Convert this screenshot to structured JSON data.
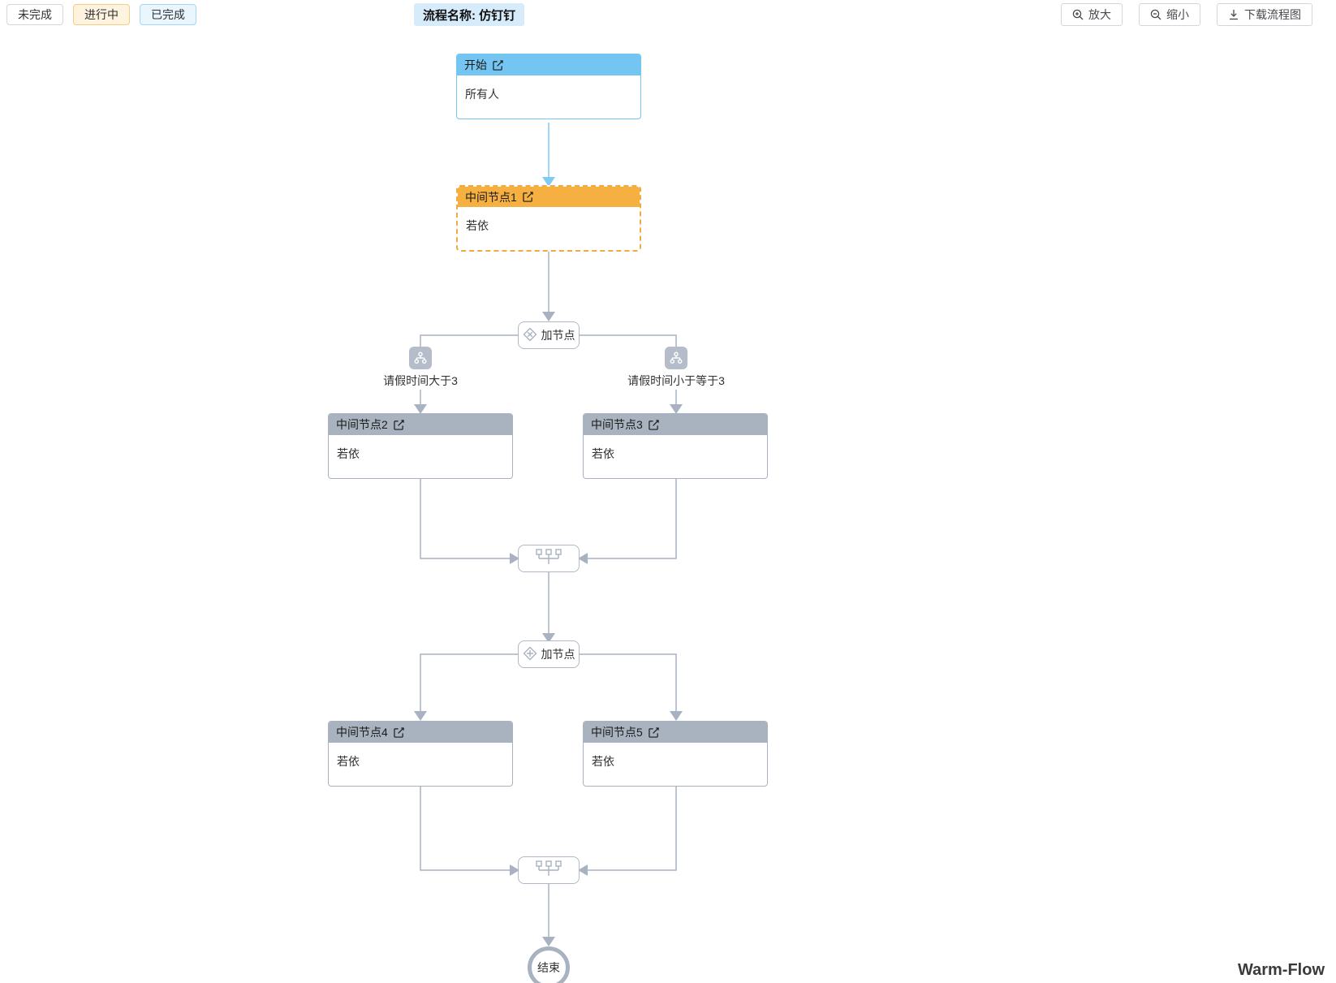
{
  "legend": {
    "items": [
      {
        "label": "未完成",
        "state": "todo"
      },
      {
        "label": "进行中",
        "state": "doing"
      },
      {
        "label": "已完成",
        "state": "done"
      }
    ]
  },
  "header": {
    "title": "流程名称: 仿钉钉"
  },
  "toolbar": {
    "zoom_in_label": "放大",
    "zoom_out_label": "缩小",
    "download_label": "下载流程图"
  },
  "flow": {
    "start": {
      "title": "开始",
      "assignee": "所有人"
    },
    "mid1": {
      "title": "中间节点1",
      "assignee": "若依",
      "status": "in-progress"
    },
    "gateway_exclusive": {
      "label": "加节点"
    },
    "condition_left": {
      "label": "请假时间大于3"
    },
    "condition_right": {
      "label": "请假时间小于等于3"
    },
    "mid2": {
      "title": "中间节点2",
      "assignee": "若依"
    },
    "mid3": {
      "title": "中间节点3",
      "assignee": "若依"
    },
    "gateway_parallel": {
      "label": "加节点"
    },
    "mid4": {
      "title": "中间节点4",
      "assignee": "若依"
    },
    "mid5": {
      "title": "中间节点5",
      "assignee": "若依"
    },
    "end": {
      "label": "结束"
    }
  },
  "watermark": "Warm-Flow",
  "colors": {
    "start_header": "#74c5f1",
    "active_header": "#f5b041",
    "active_border": "#f0ab40",
    "default_header": "#a9b3bf",
    "line": "#a8b2c0",
    "blue_line": "#7ecbf4",
    "legend_doing_bg": "#fdf3de",
    "legend_doing_border": "#f3cd82",
    "legend_done_bg": "#e9f6fe",
    "legend_done_border": "#a6d6f5",
    "title_bg": "#d7ecfb"
  }
}
